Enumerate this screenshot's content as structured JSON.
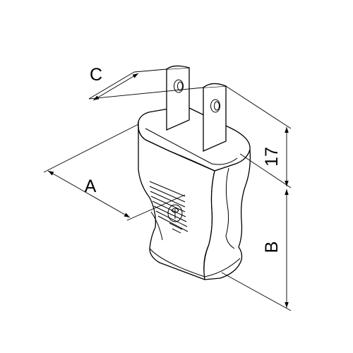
{
  "diagram": {
    "dimensions": {
      "a": "A",
      "b": "B",
      "c": "C",
      "height": "17"
    }
  }
}
